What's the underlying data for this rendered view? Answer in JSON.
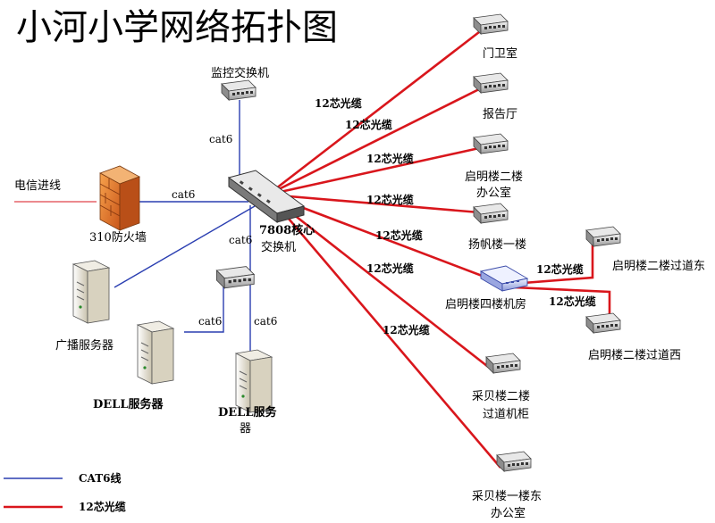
{
  "title": "小河小学网络拓扑图",
  "nodes": {
    "core_switch": "7808核心交换机",
    "core_line1": "7808核心",
    "core_line2": "交换机",
    "monitor_switch": "监控交换机",
    "firewall": "310防火墙",
    "telecom_in": "电信进线",
    "broadcast_server": "广播服务器",
    "dell_server_1": "DELL服务器",
    "dell_server_2_line1": "DELL服务",
    "dell_server_2_line2": "器",
    "guard_room": "门卫室",
    "lecture_hall": "报告厅",
    "qiming_2f_office_line1": "启明楼二楼",
    "qiming_2f_office_line2": "办公室",
    "yangfan_1f": "扬帆楼一楼",
    "qiming_4f_room": "启明楼四楼机房",
    "qiming_2f_east": "启明楼二楼过道东",
    "qiming_2f_west": "启明楼二楼过道西",
    "caibei_2f_line1": "采贝楼二楼",
    "caibei_2f_line2": "过道机柜",
    "caibei_1f_east_line1": "采贝楼一楼东",
    "caibei_1f_east_line2": "办公室"
  },
  "edge_labels": {
    "fiber": "12芯光缆",
    "cat6": "cat6"
  },
  "legend": {
    "cat6": "CAT6线",
    "fiber": "12芯光缆"
  },
  "colors": {
    "cat6_line": "#2a3eb1",
    "fiber_line": "#d9161c",
    "telecom_line": "#d9161c",
    "firewall": "#f08a2a"
  }
}
